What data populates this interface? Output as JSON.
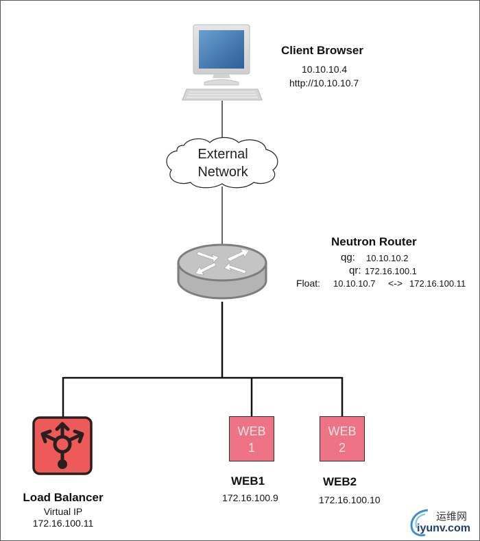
{
  "client": {
    "title": "Client Browser",
    "ip": "10.10.10.4",
    "url": "http://10.10.10.7",
    "icon": "desktop-computer-icon"
  },
  "external_network": {
    "line1": "External",
    "line2": "Network",
    "icon": "cloud-icon"
  },
  "router": {
    "title": "Neutron Router",
    "qg_label": "qg:",
    "qg_ip": "10.10.10.2",
    "qr_label": "qr:",
    "qr_ip": "172.16.100.1",
    "float_label": "Float:",
    "float_external": "10.10.10.7",
    "float_arrow": "<->",
    "float_internal": "172.16.100.11",
    "icon": "router-icon"
  },
  "load_balancer": {
    "title": "Load Balancer",
    "subtitle": "Virtual IP",
    "ip": "172.16.100.11",
    "icon": "load-balancer-icon",
    "color": "#ee5a5a"
  },
  "web_servers": [
    {
      "box_line1": "WEB",
      "box_line2": "1",
      "name": "WEB1",
      "ip": "172.16.100.9",
      "color": "#ee7384"
    },
    {
      "box_line1": "WEB",
      "box_line2": "2",
      "name": "WEB2",
      "ip": "172.16.100.10",
      "color": "#ee7384"
    }
  ],
  "watermark": {
    "cn": "运维网",
    "en": "iyunv.com"
  }
}
